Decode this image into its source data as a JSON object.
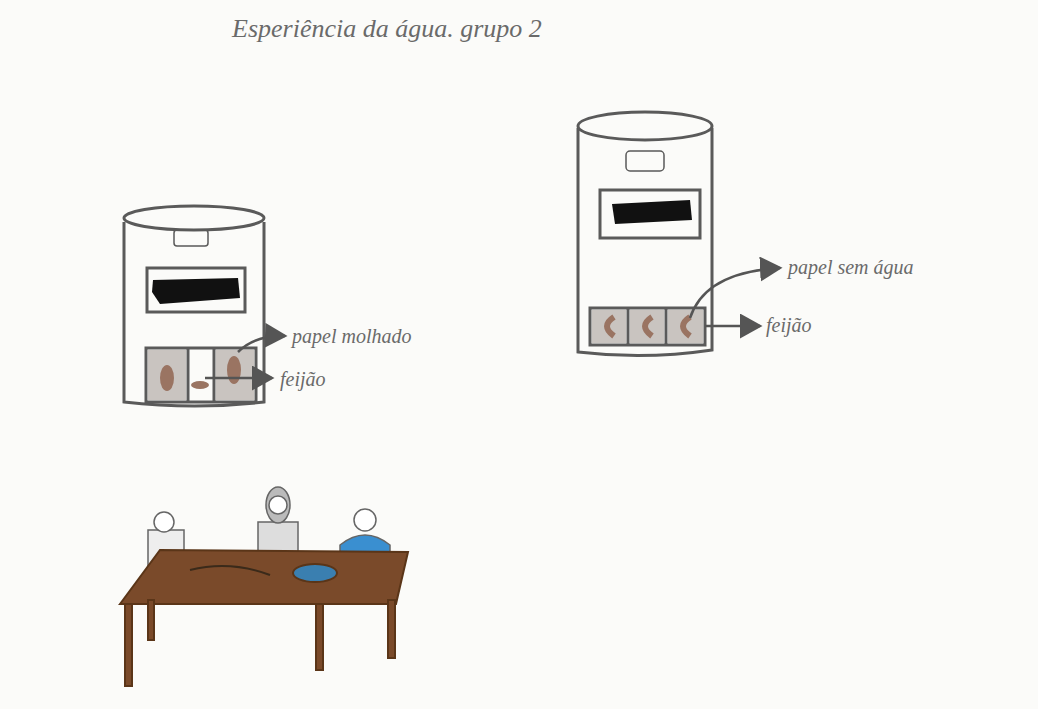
{
  "diagram": {
    "title": "Esperiência da água. grupo 2",
    "labels": [
      "papel molhado",
      "feijão",
      "papel sem água",
      "feijão"
    ]
  }
}
